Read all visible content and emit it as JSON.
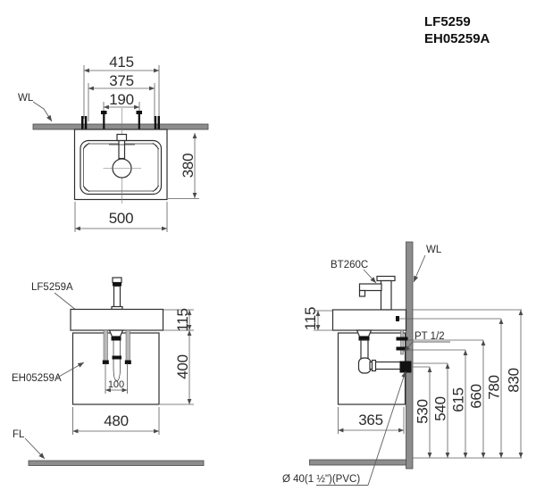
{
  "title": {
    "model_line1": "LF5259",
    "model_line2": "EH05259A"
  },
  "plan_view": {
    "wall_line_label": "WL",
    "dim_overall_width_top": "415",
    "dim_bracket_spacing": "375",
    "dim_faucet_hole_spacing": "190",
    "dim_depth": "380",
    "dim_basin_width": "500"
  },
  "front_view": {
    "basin_model_label": "LF5259A",
    "cabinet_model_label": "EH05259A",
    "floor_line_label": "FL",
    "dim_basin_height": "115",
    "dim_cabinet_height": "400",
    "dim_drain_spacing": "100",
    "dim_cabinet_width": "480"
  },
  "side_view": {
    "faucet_model_label": "BT260C",
    "wall_line_label": "WL",
    "supply_connection_label": "PT 1/2",
    "drain_pipe_label": "Ø 40(1 ½\")(PVC)",
    "dim_basin_height": "115",
    "dim_cabinet_depth": "365",
    "dim_height_drain_outlet": "530",
    "dim_height_drain_center": "540",
    "dim_height_supply_low": "615",
    "dim_height_supply_high": "660",
    "dim_height_bracket": "780",
    "dim_height_basin_top": "830"
  }
}
